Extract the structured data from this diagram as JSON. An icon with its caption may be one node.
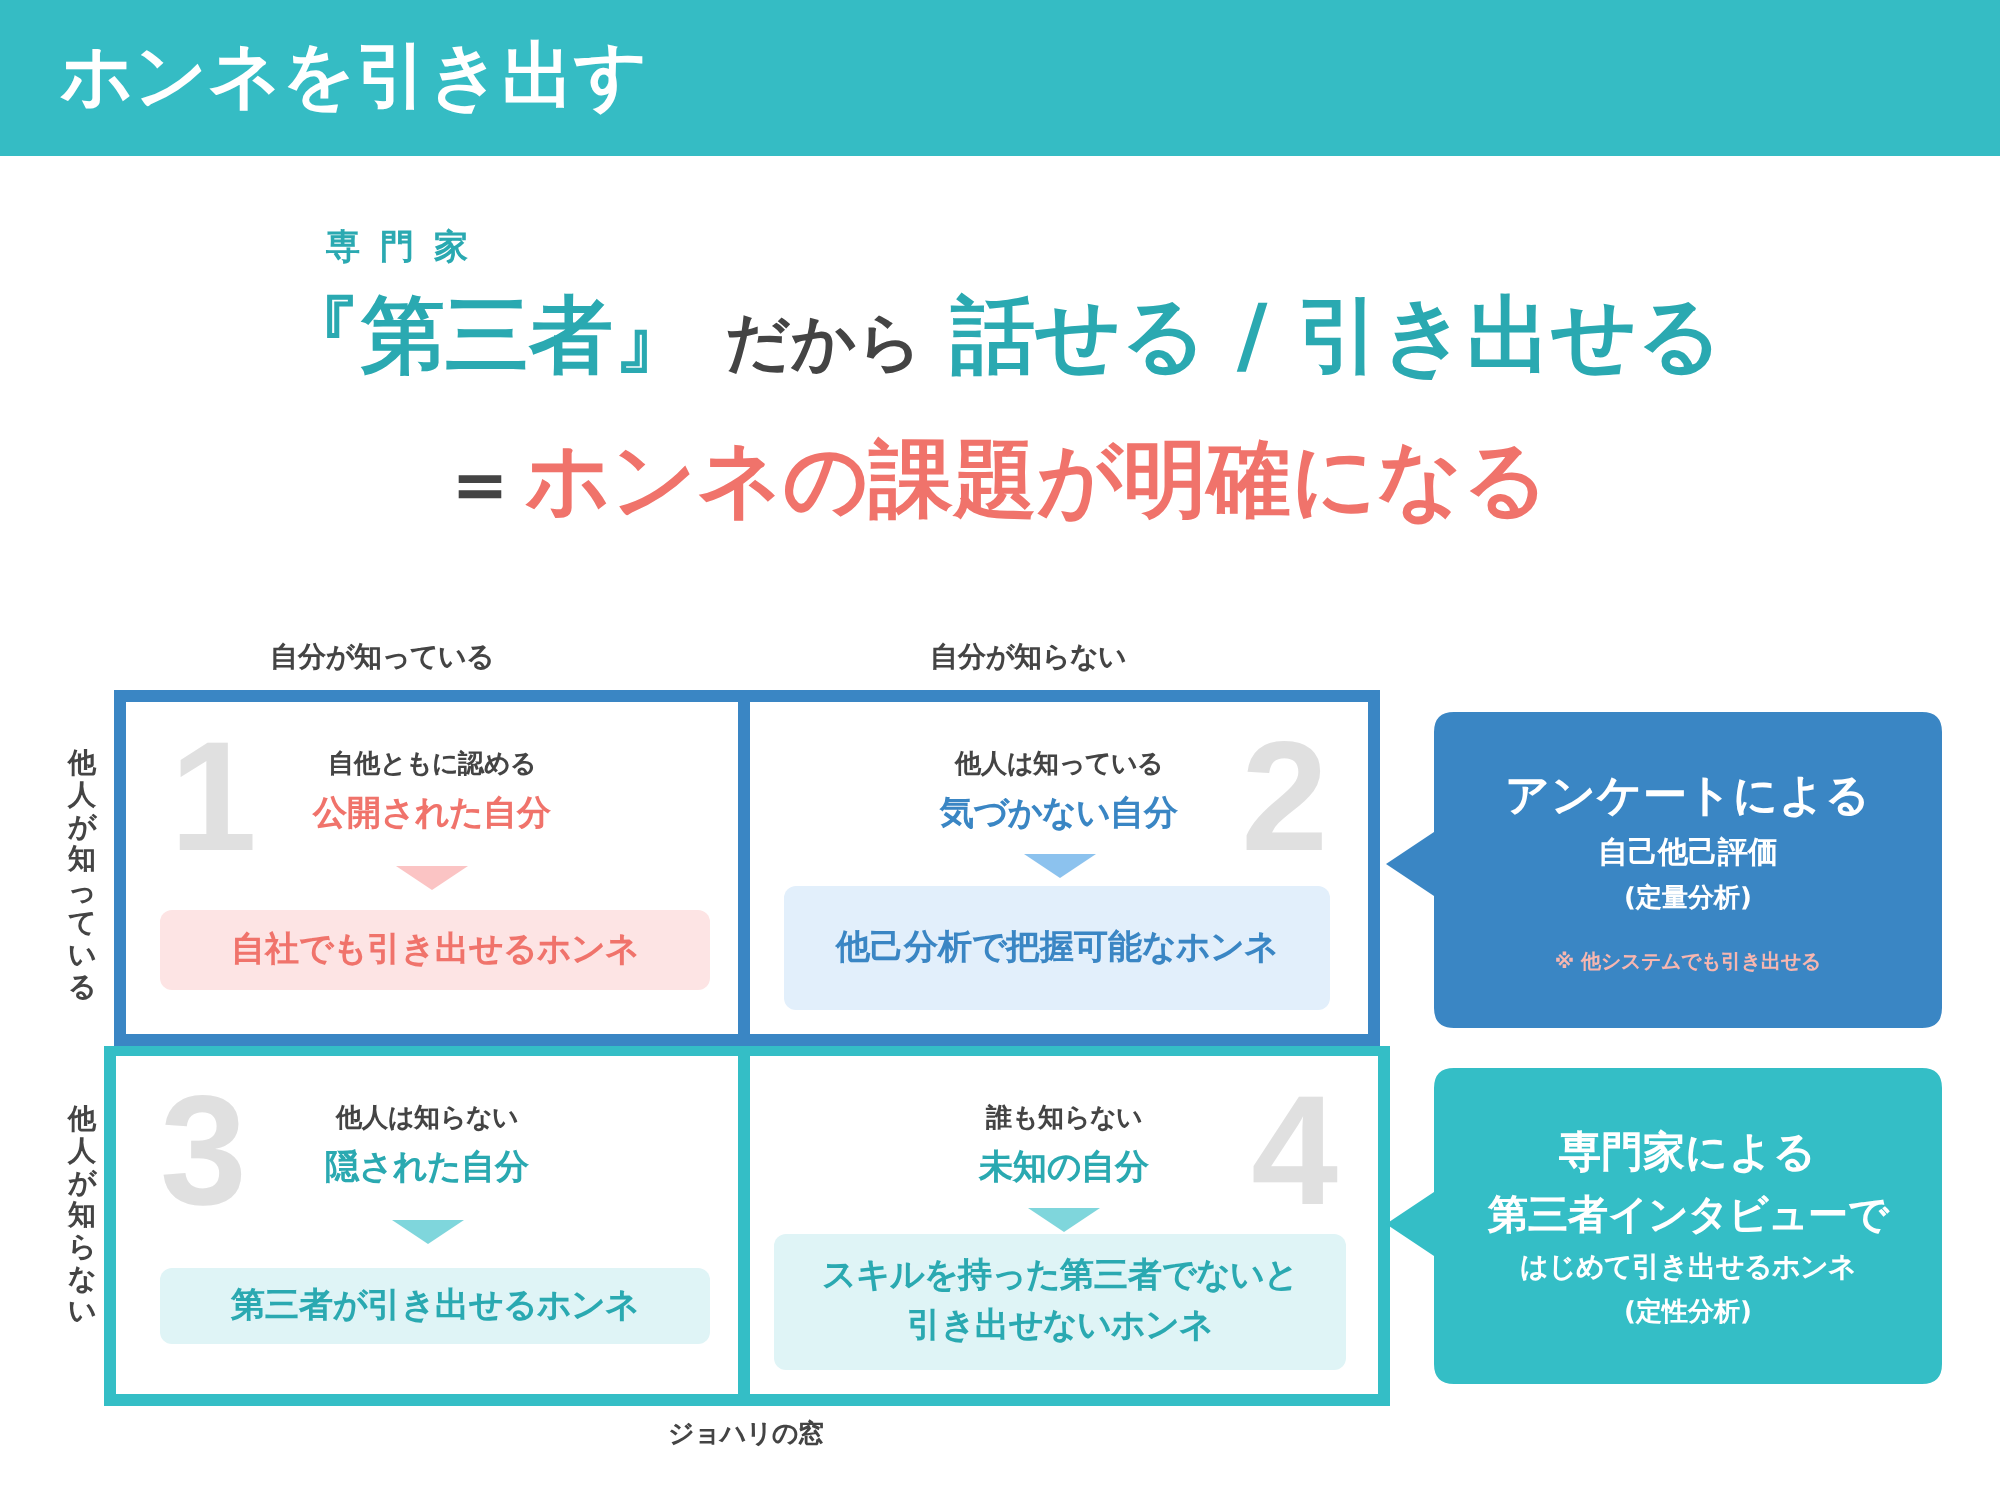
{
  "diagram": {
    "title": "ホンネを引き出す",
    "nodes": [
      {
        "text": [],
        "shape": "box"
      },
      {
        "text": [
          "1",
          "自他ともに認める",
          "公開された自分"
        ],
        "in": 0
      },
      {
        "text": [
          "自社でも引き出せるホンネ"
        ],
        "in": 1
      },
      {
        "text": [
          "他人は知っている",
          "気づかない自分",
          "2"
        ],
        "in": 0
      },
      {
        "text": [
          "他己分析で把握可能なホンネ"
        ],
        "in": 3
      },
      {
        "text": [],
        "shape": "box"
      },
      {
        "text": [
          "3",
          "他人は知らない",
          "隠された自分"
        ],
        "in": 5
      },
      {
        "text": [
          "第三者が引き出せるホンネ"
        ],
        "in": 6
      },
      {
        "text": [
          "誰も知らない",
          "未知の自分",
          "4"
        ],
        "in": 5
      },
      {
        "text": [
          "スキルを持った第三者でないと引き出せないホンネ"
        ],
        "in": 8
      },
      {
        "text": [
          "アンケートによる",
          "自己他己評価",
          "(定量分析)",
          "※ 他システムでも引き出せる"
        ]
      },
      {
        "text": [
          "専門家による",
          "第三者インタビューで",
          "はじめて引き出せるホンネ",
          "(定性分析)"
        ]
      }
    ],
    "labels": [
      "専門家",
      "『第三者』",
      "だから",
      "話せる / 引き出せる",
      "=",
      "ホンネの課題が明確になる",
      "自分が知っている",
      "自分が知らない",
      "他人が知っている",
      "他人が知らない",
      "ジョハリの窓"
    ]
  }
}
